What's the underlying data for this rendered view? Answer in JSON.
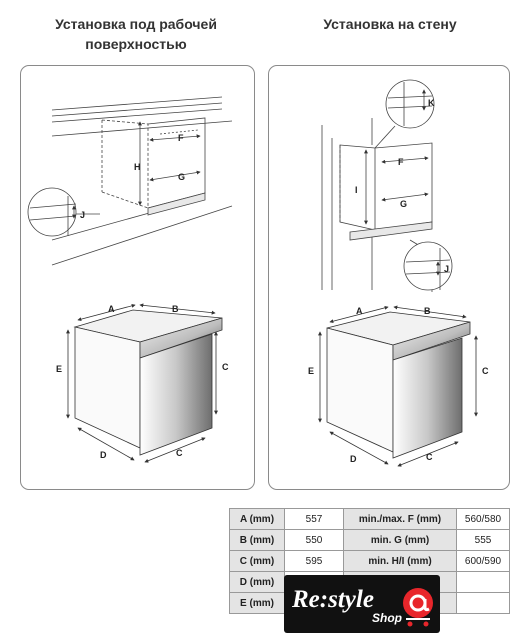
{
  "titles": {
    "left_line1": "Установка под рабочей",
    "left_line2": "поверхностью",
    "right": "Установка на стену"
  },
  "labels": {
    "A": "A",
    "B": "B",
    "C": "C",
    "D": "D",
    "E": "E",
    "F": "F",
    "G": "G",
    "H": "H",
    "I": "I",
    "J": "J",
    "K": "K"
  },
  "table": {
    "rows": [
      {
        "k1": "A (mm)",
        "v1": "557",
        "k2": "min./max. F (mm)",
        "v2": "560/580"
      },
      {
        "k1": "B (mm)",
        "v1": "550",
        "k2": "min. G (mm)",
        "v2": "555"
      },
      {
        "k1": "C (mm)",
        "v1": "595",
        "k2": "min. H/I (mm)",
        "v2": "600/590"
      },
      {
        "k1": "D (mm)",
        "v1": "",
        "k2": "",
        "v2": ""
      },
      {
        "k1": "E (mm)",
        "v1": "",
        "k2": "",
        "v2": ""
      }
    ]
  },
  "logo": {
    "brand": "Re:style",
    "sub": "Shop"
  },
  "colors": {
    "accent": "#e8262b",
    "line": "#333333",
    "panel_border": "#8a8a8a"
  }
}
